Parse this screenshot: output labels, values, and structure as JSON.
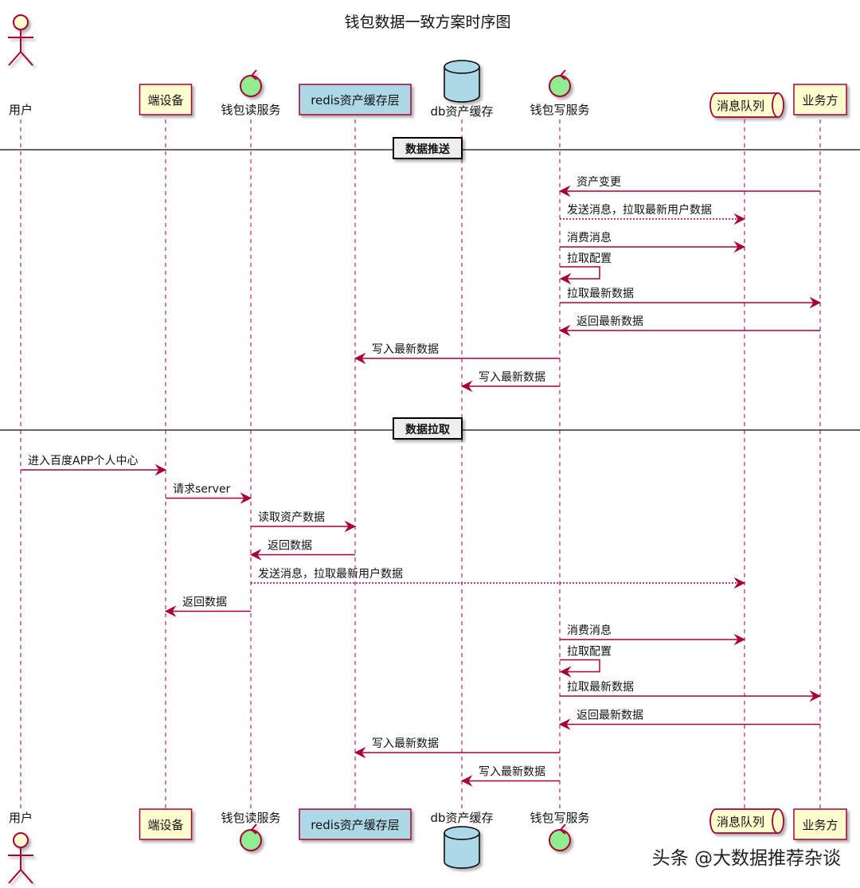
{
  "title": "钱包数据一致方案时序图",
  "colors": {
    "line": "#A80036",
    "participant_fill": "#FEFECE",
    "control_fill": "#90EE90",
    "db_fill": "#ADD8E6",
    "divider_fill": "#EEEEEE"
  },
  "participants": [
    {
      "id": "user",
      "label": "用户",
      "kind": "actor"
    },
    {
      "id": "device",
      "label": "端设备",
      "kind": "participant"
    },
    {
      "id": "read_svc",
      "label": "钱包读服务",
      "kind": "control"
    },
    {
      "id": "redis",
      "label": "redis资产缓存层",
      "kind": "participant-blue"
    },
    {
      "id": "db",
      "label": "db资产缓存",
      "kind": "database"
    },
    {
      "id": "write_svc",
      "label": "钱包写服务",
      "kind": "control"
    },
    {
      "id": "mq",
      "label": "消息队列",
      "kind": "queue"
    },
    {
      "id": "biz",
      "label": "业务方",
      "kind": "participant"
    }
  ],
  "sections": [
    {
      "label": "数据推送",
      "messages": [
        {
          "from": "biz",
          "to": "write_svc",
          "label": "资产变更",
          "style": "solid"
        },
        {
          "from": "write_svc",
          "to": "mq",
          "label": "发送消息，拉取最新用户数据",
          "style": "dotted"
        },
        {
          "from": "write_svc",
          "to": "mq",
          "label": "消费消息",
          "style": "solid"
        },
        {
          "from": "write_svc",
          "to": "write_svc",
          "label": "拉取配置",
          "style": "self"
        },
        {
          "from": "write_svc",
          "to": "biz",
          "label": "拉取最新数据",
          "style": "solid"
        },
        {
          "from": "biz",
          "to": "write_svc",
          "label": "返回最新数据",
          "style": "solid"
        },
        {
          "from": "write_svc",
          "to": "redis",
          "label": "写入最新数据",
          "style": "solid"
        },
        {
          "from": "write_svc",
          "to": "db",
          "label": "写入最新数据",
          "style": "solid"
        }
      ]
    },
    {
      "label": "数据拉取",
      "messages": [
        {
          "from": "user",
          "to": "device",
          "label": "进入百度APP个人中心",
          "style": "solid"
        },
        {
          "from": "device",
          "to": "read_svc",
          "label": "请求server",
          "style": "solid"
        },
        {
          "from": "read_svc",
          "to": "redis",
          "label": "读取资产数据",
          "style": "solid"
        },
        {
          "from": "redis",
          "to": "read_svc",
          "label": "返回数据",
          "style": "solid"
        },
        {
          "from": "read_svc",
          "to": "mq",
          "label": "发送消息，拉取最新用户数据",
          "style": "dotted"
        },
        {
          "from": "read_svc",
          "to": "device",
          "label": "返回数据",
          "style": "solid"
        },
        {
          "from": "write_svc",
          "to": "mq",
          "label": "消费消息",
          "style": "solid"
        },
        {
          "from": "write_svc",
          "to": "write_svc",
          "label": "拉取配置",
          "style": "self"
        },
        {
          "from": "write_svc",
          "to": "biz",
          "label": "拉取最新数据",
          "style": "solid"
        },
        {
          "from": "biz",
          "to": "write_svc",
          "label": "返回最新数据",
          "style": "solid"
        },
        {
          "from": "write_svc",
          "to": "redis",
          "label": "写入最新数据",
          "style": "solid"
        },
        {
          "from": "write_svc",
          "to": "db",
          "label": "写入最新数据",
          "style": "solid"
        }
      ]
    }
  ],
  "watermark": "头条 @大数据推荐杂谈"
}
